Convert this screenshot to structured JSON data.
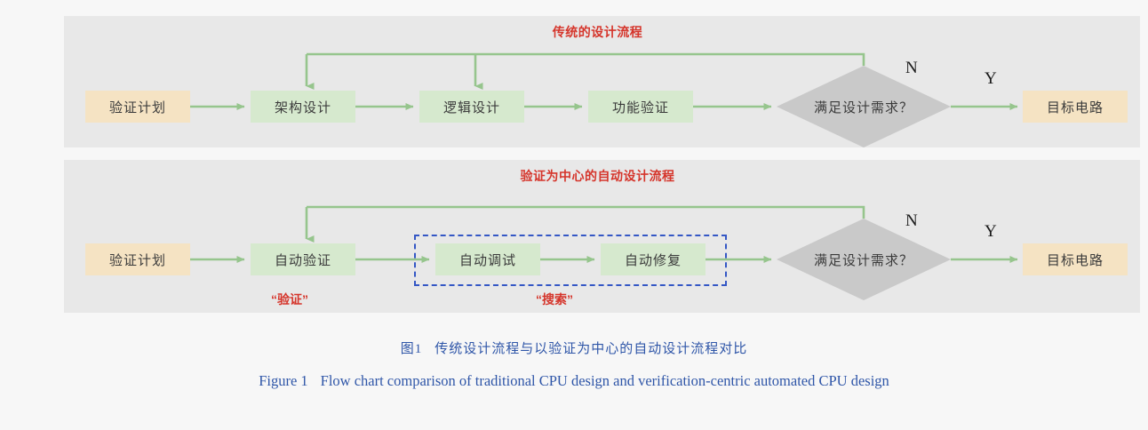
{
  "figure": {
    "caption_cn_prefix": "图1",
    "caption_cn_text": "传统设计流程与以验证为中心的自动设计流程对比",
    "caption_en_prefix": "Figure 1",
    "caption_en_text": "Flow chart comparison of traditional CPU design and verification-centric automated CPU design"
  },
  "colors": {
    "panel_background": "#e8e8e8",
    "page_background": "#f7f7f7",
    "node_input_output": "#f5e3c3",
    "node_process": "#d6e9ce",
    "node_decision": "#c9c9c9",
    "arrow_green": "#96c58d",
    "annotation_red": "#d5352b",
    "dashed_blue": "#3457c5",
    "caption_blue": "#2f56a8"
  },
  "panels": [
    {
      "id": "traditional",
      "title": "传统的设计流程",
      "nodes": {
        "plan": "验证计划",
        "step1": "架构设计",
        "step2": "逻辑设计",
        "step3": "功能验证",
        "decision": "满足设计需求？",
        "target": "目标电路"
      },
      "branches": {
        "no": "N",
        "yes": "Y"
      }
    },
    {
      "id": "automated",
      "title": "验证为中心的自动设计流程",
      "nodes": {
        "plan": "验证计划",
        "step1": "自动验证",
        "step2": "自动调试",
        "step3": "自动修复",
        "decision": "满足设计需求？",
        "target": "目标电路"
      },
      "branches": {
        "no": "N",
        "yes": "Y"
      },
      "annotations": {
        "verification": "“验证”",
        "search": "“搜索”"
      }
    }
  ]
}
